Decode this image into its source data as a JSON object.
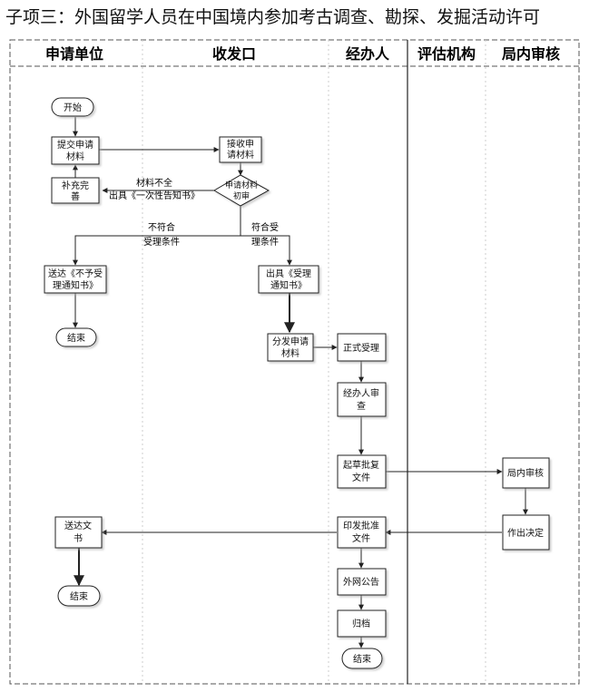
{
  "title": "子项三：外国留学人员在中国境内参加考古调查、勘探、发掘活动许可",
  "lanes": [
    "申请单位",
    "收发口",
    "经办人",
    "评估机构",
    "局内审核"
  ],
  "nodes": {
    "start": "开始",
    "submit": [
      "提交申请",
      "材料"
    ],
    "receive": [
      "接收申",
      "请材料"
    ],
    "review": [
      "申请材料",
      "初审"
    ],
    "supplement": [
      "补充完",
      "善"
    ],
    "not_accept_notice": [
      "送达《不予受",
      "理通知书》"
    ],
    "end1": "结束",
    "accept_notice": [
      "出具《受理",
      "通知书》"
    ],
    "distribute": [
      "分发申请",
      "材料"
    ],
    "formal_accept": "正式受理",
    "handler_review": [
      "经办人审",
      "查"
    ],
    "draft_doc": [
      "起草批复",
      "文件"
    ],
    "bureau_review": "局内审核",
    "decision": "作出决定",
    "print_doc": [
      "印发批准",
      "文件"
    ],
    "deliver_doc": [
      "送达文",
      "书"
    ],
    "end2": "结束",
    "public_notice": "外网公告",
    "archive": "归档",
    "end3": "结束"
  },
  "edge_labels": {
    "incomplete": [
      "材料不全",
      "出具《一次性告知书》"
    ],
    "not_meet": [
      "不符合",
      "受理条件"
    ],
    "meet": [
      "符合受",
      "理条件"
    ]
  }
}
